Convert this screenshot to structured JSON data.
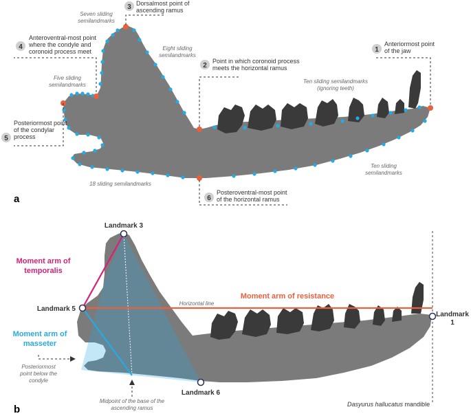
{
  "panel_a": {
    "label": "a",
    "landmarks": [
      {
        "num": "1",
        "line1": "Anteriormost point",
        "line2": "of the jaw"
      },
      {
        "num": "2",
        "line1": "Point in which coronoid process",
        "line2": "meets the horizontal ramus"
      },
      {
        "num": "3",
        "line1": "Dorsalmost point of",
        "line2": "ascending ramus"
      },
      {
        "num": "4",
        "line1": "Anteroventral-most point",
        "line2": "where the condyle and",
        "line3": "coronoid process meet"
      },
      {
        "num": "5",
        "line1": "Posteriormost point",
        "line2": "of the condylar",
        "line3": "process"
      },
      {
        "num": "6",
        "line1": "Posteroventral-most point",
        "line2": "of the horizontal ramus"
      }
    ],
    "semilandmarks": {
      "seven": [
        "Seven sliding",
        "semilandmarks"
      ],
      "eight": [
        "Eight sliding",
        "semilandmarks"
      ],
      "five": [
        "Five sliding",
        "semilandmarks"
      ],
      "ten_top": [
        "Ten sliding semilandmarks",
        "(ignoring teeth)"
      ],
      "ten_bottom": [
        "Ten sliding",
        "semilandmarks"
      ],
      "eighteen": "18 sliding semilandmarks"
    },
    "colors": {
      "landmark": "#e8603c",
      "semilandmark": "#27aae1",
      "bone": "#7b7b7b"
    }
  },
  "panel_b": {
    "label": "b",
    "landmark3": "Landmark 3",
    "landmark5": "Landmark 5",
    "landmark6": "Landmark 6",
    "landmark1_line1": "Landmark",
    "landmark1_line2": "1",
    "temporalis": [
      "Moment arm of",
      "temporalis"
    ],
    "masseter": [
      "Moment arm of",
      "masseter"
    ],
    "resistance": "Moment arm of resistance",
    "horizontal_line": "Horizontal line",
    "posteriormost": [
      "Posteriormost",
      "point below the",
      "condyle"
    ],
    "midpoint": [
      "Midpoint of the base of the",
      "ascending ramus"
    ],
    "species": "Dasyurus hallucatus",
    "species_suffix": " mandible",
    "colors": {
      "temporalis": "#d6217a",
      "masseter": "#27aae1",
      "resistance": "#e8603c"
    }
  }
}
